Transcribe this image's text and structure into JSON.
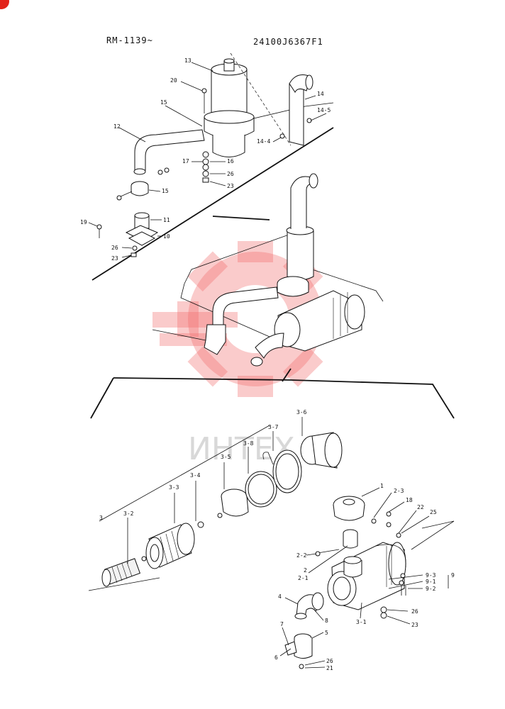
{
  "header": {
    "serial_range": "RM-1139~",
    "drawing_number": "24100J6367F1"
  },
  "watermark": {
    "text": "ИНТЕХ",
    "color": "#f26b6b"
  },
  "colors": {
    "line": "#111111",
    "badge": "#e2231a"
  },
  "callouts": {
    "c13": "13",
    "c20": "20",
    "c15a": "15",
    "c14": "14",
    "c14_5": "14-5",
    "c12": "12",
    "c14_4": "14-4",
    "c17": "17",
    "c16": "16",
    "c26a": "26",
    "c23a": "23",
    "c15b": "15",
    "c19": "19",
    "c11": "11",
    "c10": "10",
    "c26b": "26",
    "c23b": "23",
    "c3_6": "3-6",
    "c3_7": "3-7",
    "c3_8": "3-8",
    "c3_5": "3-5",
    "c3_4": "3-4",
    "c3_3": "3-3",
    "c3": "3",
    "c3_2": "3-2",
    "c1": "1",
    "c2_3": "2-3",
    "c18": "18",
    "c22": "22",
    "c25": "25",
    "c2_2": "2-2",
    "c2": "2",
    "c2_1": "2-1",
    "c9_3": "9-3",
    "c9": "9",
    "c9_1": "9-1",
    "c9_2": "9-2",
    "c4": "4",
    "c3_1": "3-1",
    "c26c": "26",
    "c8": "8",
    "c23c": "23",
    "c7": "7",
    "c5": "5",
    "c6": "6",
    "c26d": "26",
    "c21": "21"
  }
}
